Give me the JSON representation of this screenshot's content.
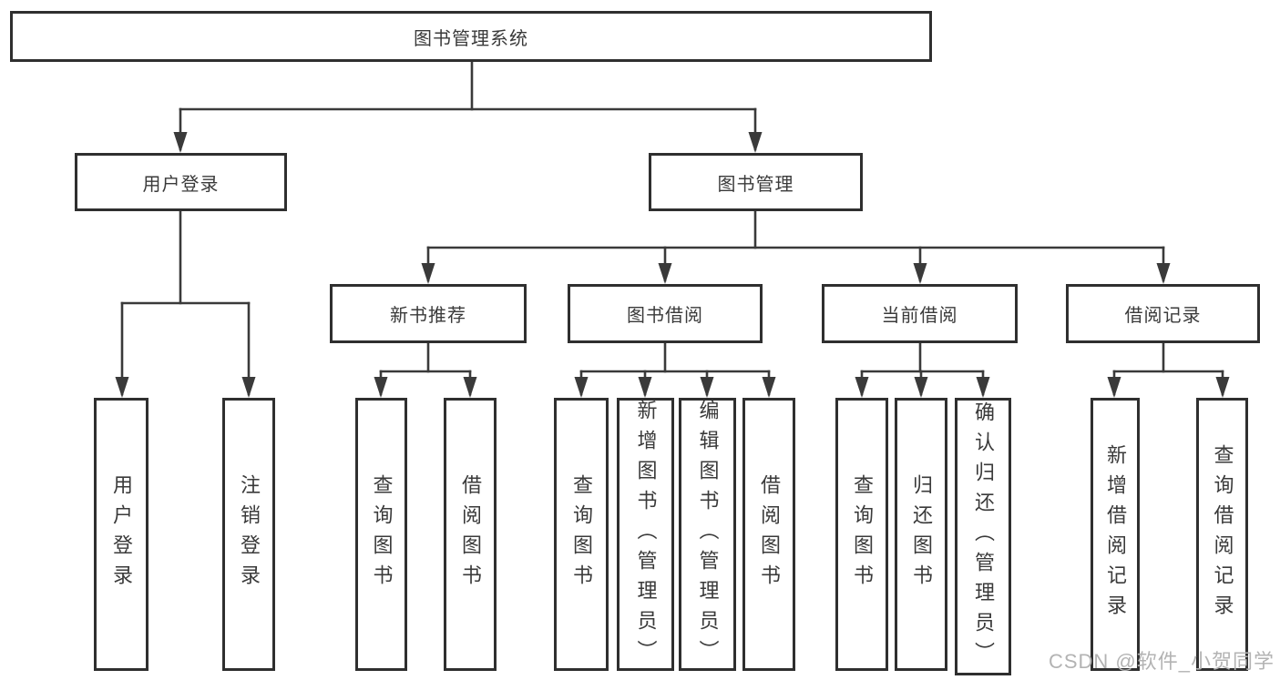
{
  "diagram": {
    "root": {
      "label": "图书管理系统"
    },
    "branches": [
      {
        "label": "用户登录",
        "children": [
          {
            "label": "用户登录"
          },
          {
            "label": "注销登录"
          }
        ]
      },
      {
        "label": "图书管理",
        "children": [
          {
            "label": "新书推荐",
            "children": [
              {
                "label": "查询图书"
              },
              {
                "label": "借阅图书"
              }
            ]
          },
          {
            "label": "图书借阅",
            "children": [
              {
                "label": "查询图书"
              },
              {
                "label": "新增图书（管理员）"
              },
              {
                "label": "编辑图书（管理员）"
              },
              {
                "label": "借阅图书"
              }
            ]
          },
          {
            "label": "当前借阅",
            "children": [
              {
                "label": "查询图书"
              },
              {
                "label": "归还图书"
              },
              {
                "label": "确认归还（管理员）"
              }
            ]
          },
          {
            "label": "借阅记录",
            "children": [
              {
                "label": "新增借阅记录"
              },
              {
                "label": "查询借阅记录"
              }
            ]
          }
        ]
      }
    ]
  },
  "watermark": {
    "text": "CSDN @软件_小贺同学"
  },
  "colors": {
    "line": "#3a3a3a",
    "border": "#2f2f2f",
    "text": "#3a3a3a",
    "watermark": "#b3b3b3"
  }
}
